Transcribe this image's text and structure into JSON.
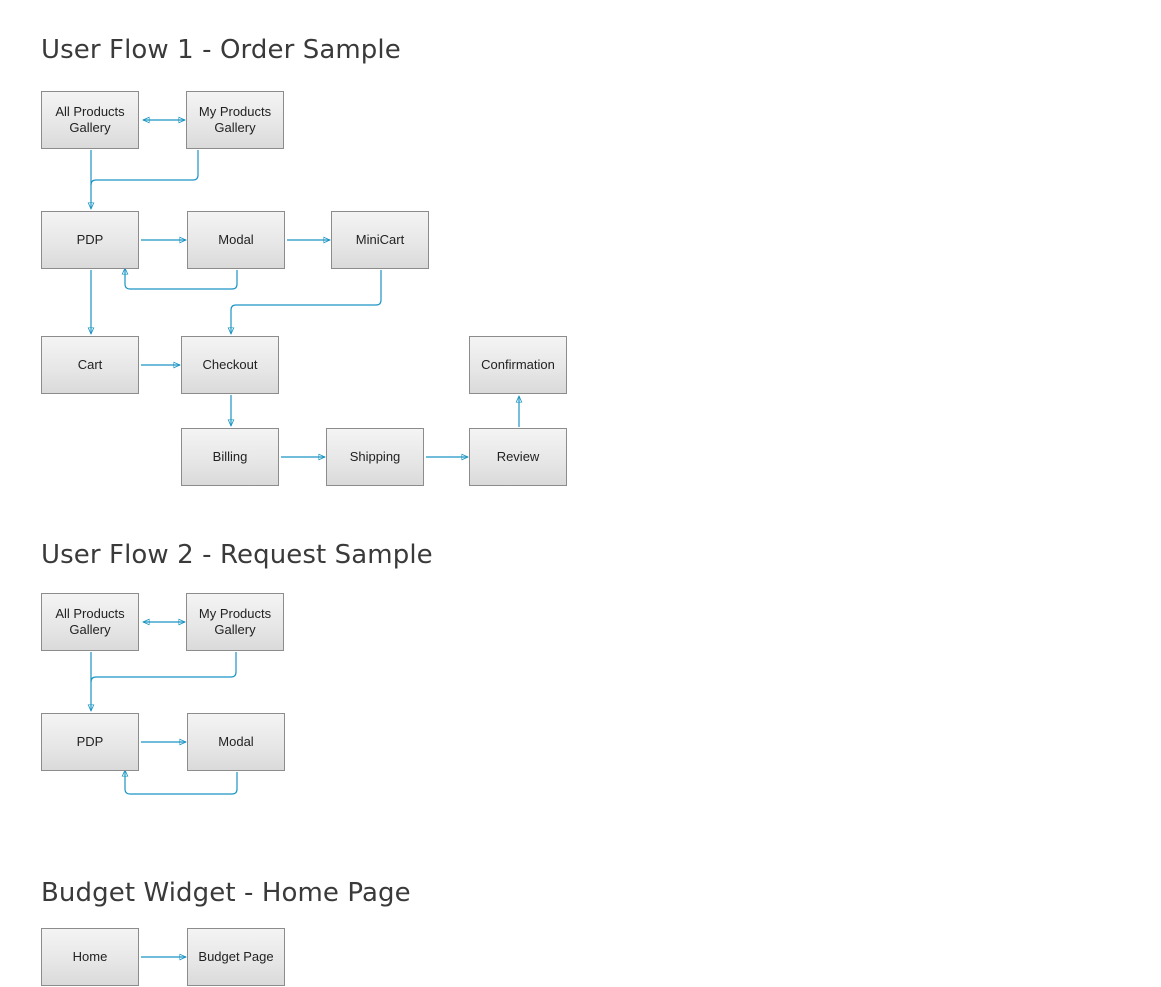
{
  "accent_color": "#1a94c4",
  "flows": [
    {
      "title": "User Flow 1 - Order Sample",
      "nodes": {
        "all_products_gallery": "All Products Gallery",
        "my_products_gallery": "My Products Gallery",
        "pdp": "PDP",
        "modal": "Modal",
        "minicart": "MiniCart",
        "cart": "Cart",
        "checkout": "Checkout",
        "confirmation": "Confirmation",
        "billing": "Billing",
        "shipping": "Shipping",
        "review": "Review"
      }
    },
    {
      "title": "User Flow 2 - Request Sample",
      "nodes": {
        "all_products_gallery": "All Products Gallery",
        "my_products_gallery": "My Products Gallery",
        "pdp": "PDP",
        "modal": "Modal"
      }
    },
    {
      "title": "Budget Widget - Home Page",
      "nodes": {
        "home": "Home",
        "budget_page": "Budget Page"
      }
    }
  ]
}
